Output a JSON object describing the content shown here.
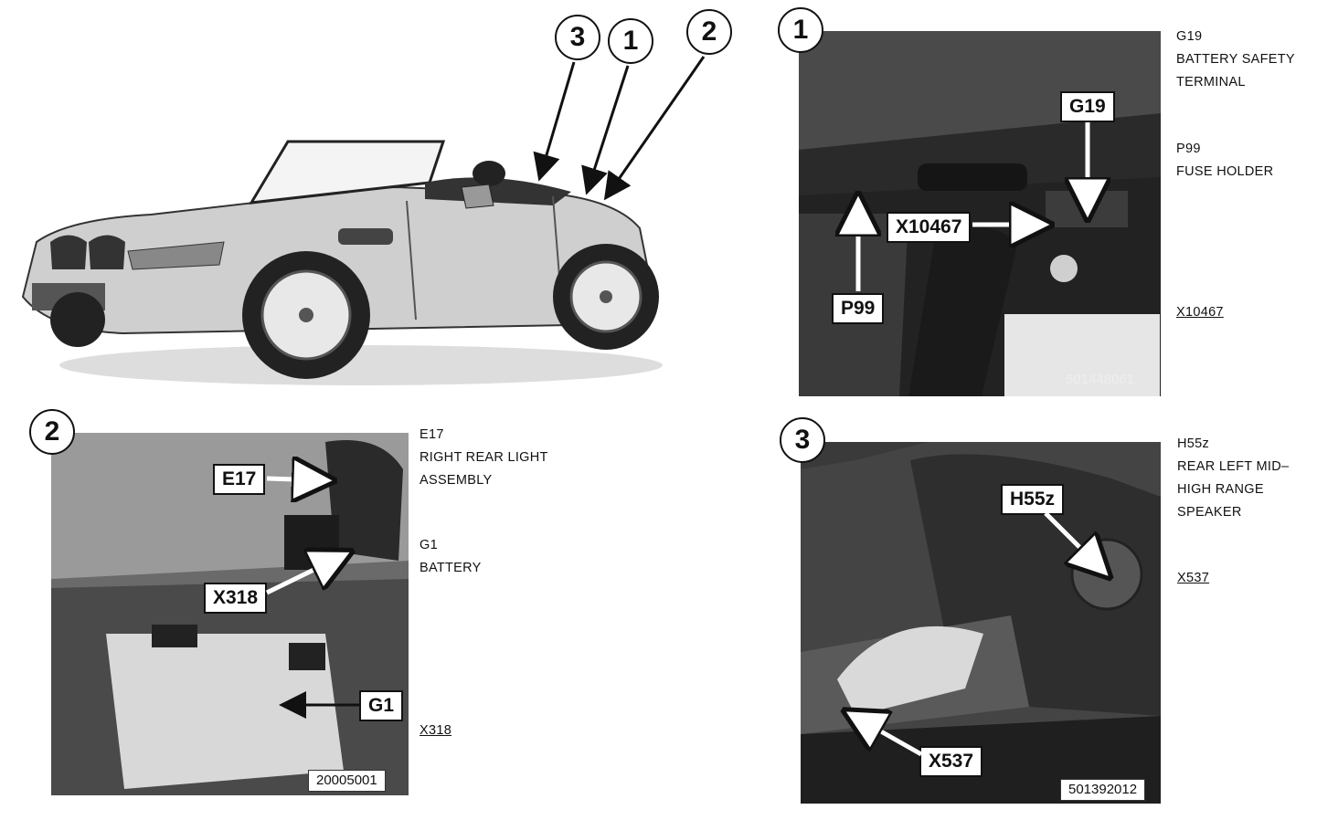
{
  "callouts": {
    "c1": "1",
    "c2": "2",
    "c3": "3"
  },
  "panel1": {
    "number": "1",
    "labels": {
      "g19": "G19",
      "x10467": "X10467",
      "p99": "P99"
    },
    "figure_id": "501448061",
    "legend": [
      {
        "code": "G19",
        "lines": [
          "BATTERY SAFETY",
          "TERMINAL"
        ]
      },
      {
        "code": "P99",
        "lines": [
          "FUSE HOLDER"
        ]
      }
    ],
    "connector": "X10467"
  },
  "panel2": {
    "number": "2",
    "labels": {
      "e17": "E17",
      "x318": "X318",
      "g1": "G1"
    },
    "figure_id": "20005001",
    "legend": [
      {
        "code": "E17",
        "lines": [
          "RIGHT REAR LIGHT",
          "ASSEMBLY"
        ]
      },
      {
        "code": "G1",
        "lines": [
          "BATTERY"
        ]
      }
    ],
    "connector": "X318"
  },
  "panel3": {
    "number": "3",
    "labels": {
      "h55z": "H55z",
      "x537": "X537"
    },
    "figure_id": "501392012",
    "legend": [
      {
        "code": "H55z",
        "lines": [
          "REAR LEFT MID–",
          "HIGH RANGE",
          "SPEAKER"
        ]
      }
    ],
    "connector": "X537"
  }
}
